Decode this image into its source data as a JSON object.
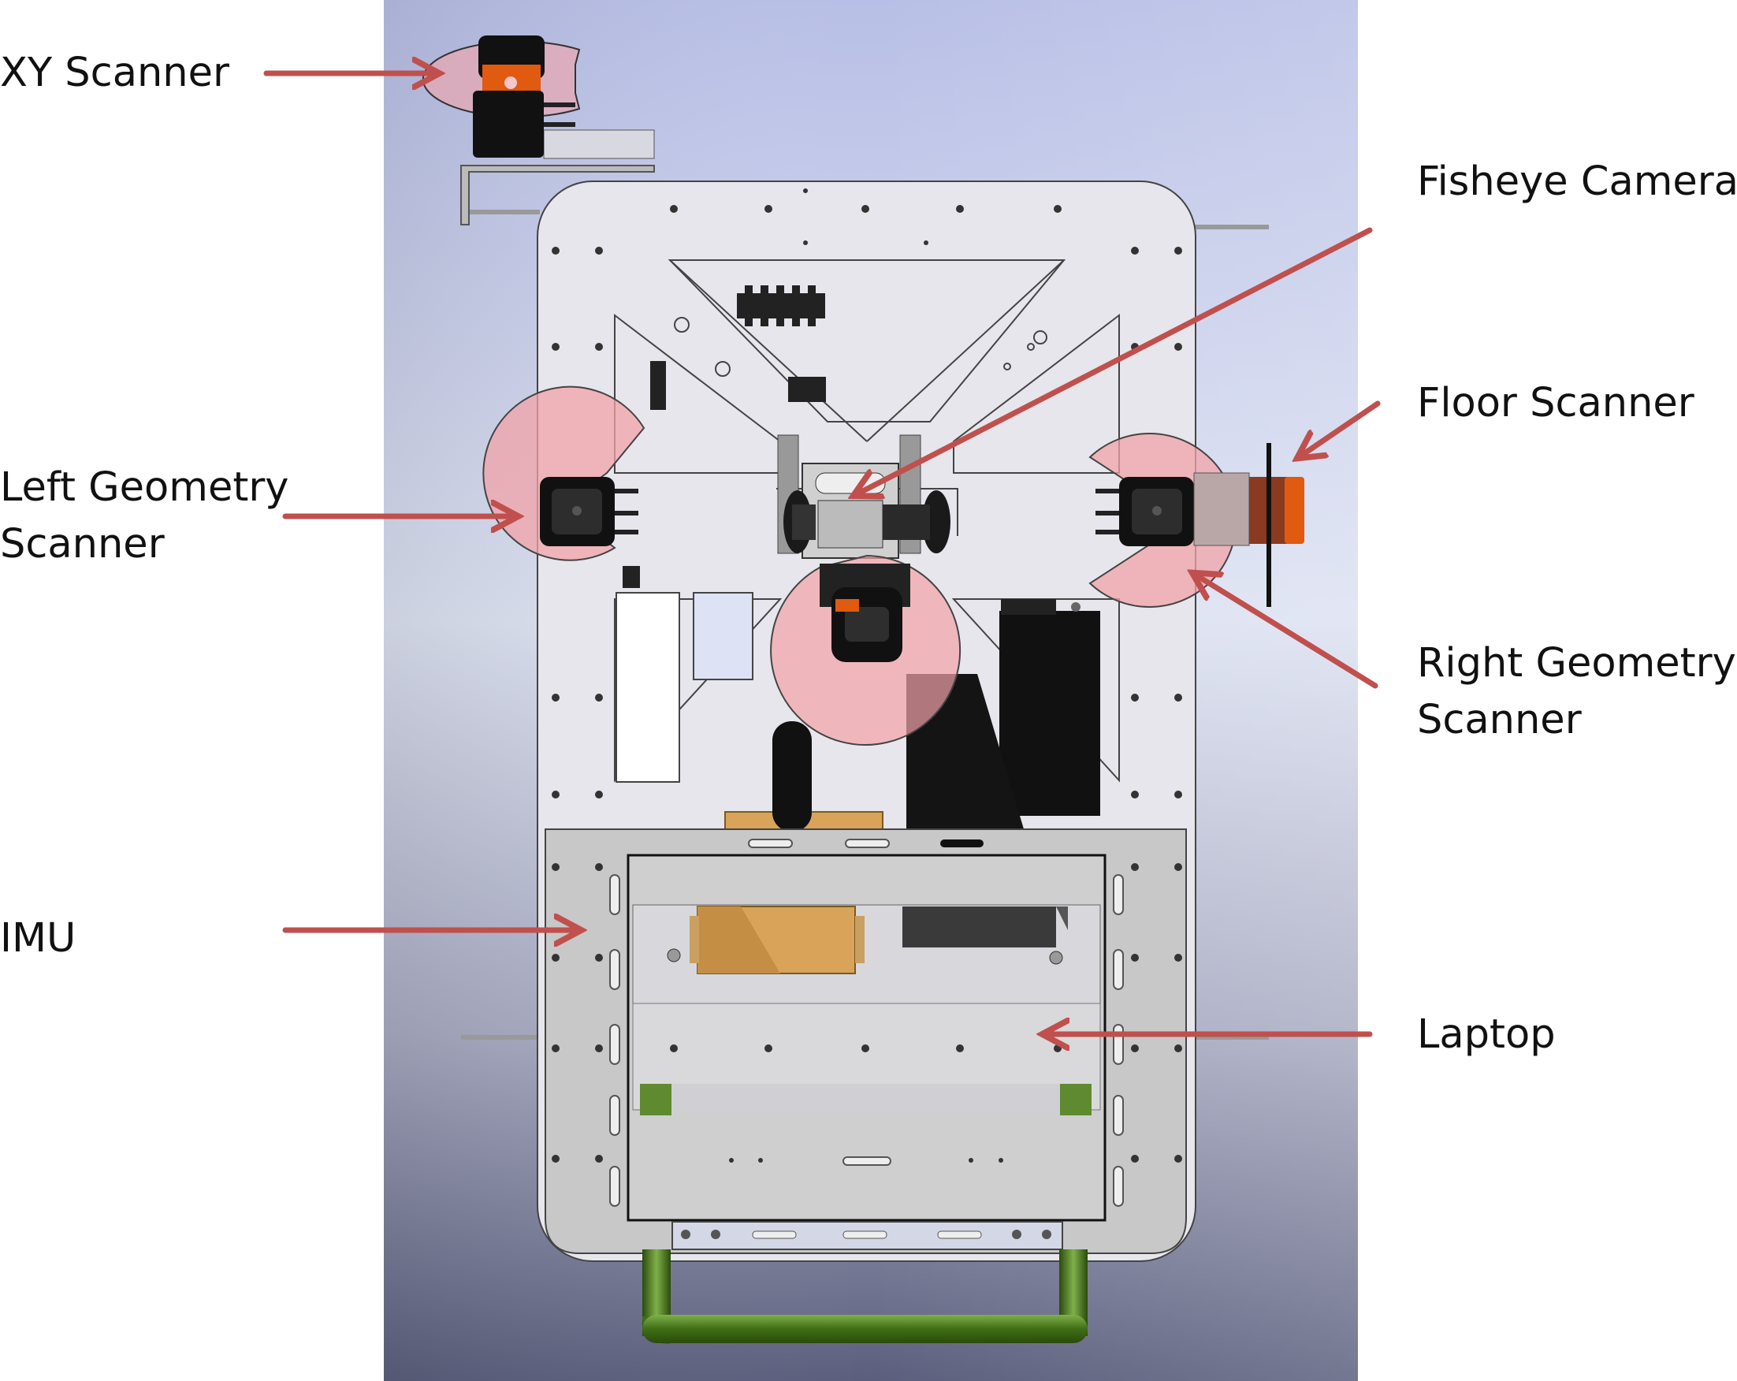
{
  "labels": {
    "xy_scanner": "XY Scanner",
    "left_geometry_line1": "Left Geometry",
    "left_geometry_line2": "Scanner",
    "imu": "IMU",
    "fisheye_cameras": "Fisheye Cameras",
    "floor_scanner": "Floor Scanner",
    "right_geometry_line1": "Right Geometry",
    "right_geometry_line2": "Scanner",
    "laptop": "Laptop"
  },
  "colors": {
    "arrow": "#c0504d",
    "scanner_field": "#f2a3a8",
    "plate": "#e8e8ee",
    "tray": "#c4c4c4",
    "handle": "#4a7a1e",
    "imu_box": "#d9a35a",
    "orange_part": "#e05a10"
  }
}
